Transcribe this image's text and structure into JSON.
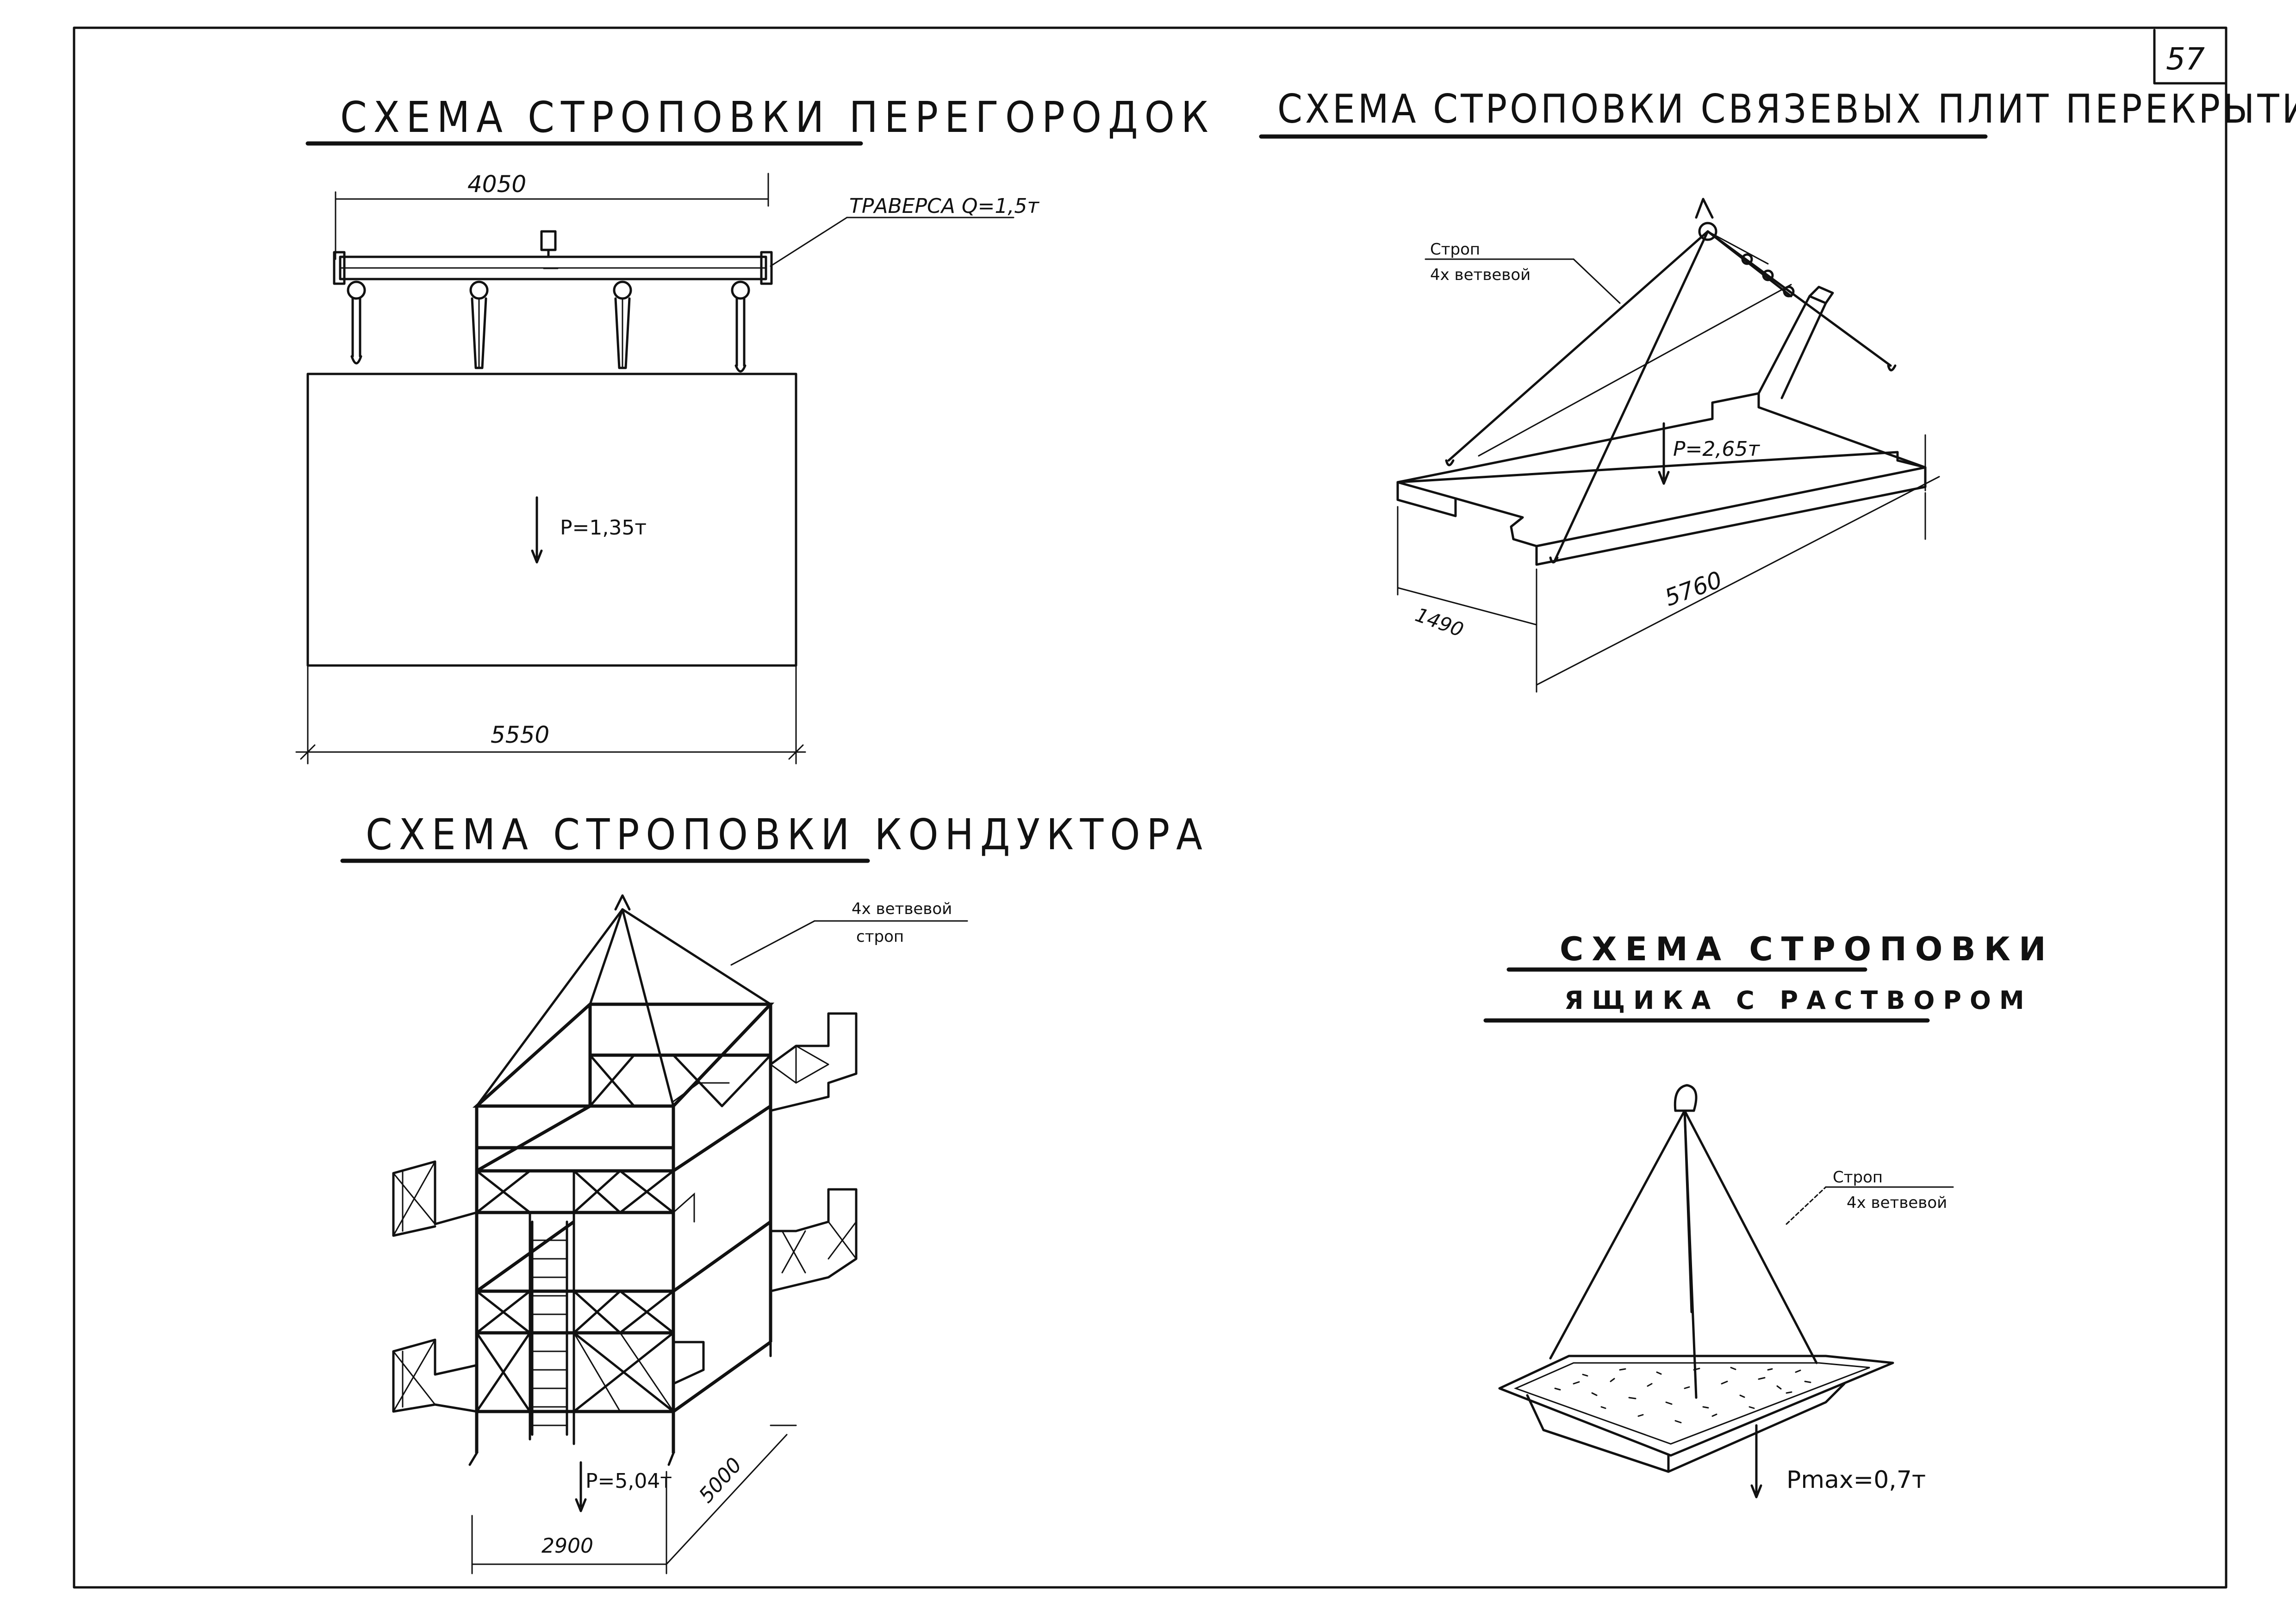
{
  "sheet": {
    "number": "57"
  },
  "partitions": {
    "title": "СХЕМА СТРОПОВКИ ПЕРЕГОРОДОК",
    "top_dimension": "4050",
    "bottom_dimension": "5550",
    "traverse_label": "ТРАВЕРСА Q=1,5т",
    "load_label": "Р=1,35т"
  },
  "slabs": {
    "title": "СХЕМА СТРОПОВКИ СВЯЗЕВЫХ ПЛИТ ПЕРЕКРЫТИЯ",
    "sling_label_line1": "Строп",
    "sling_label_line2": "4х ветвевой",
    "load_label": "Р=2,65т",
    "width_dimension": "1490",
    "length_dimension": "5760"
  },
  "conductor": {
    "title": "СХЕМА СТРОПОВКИ КОНДУКТОРА",
    "sling_label_line1": "4х ветвевой",
    "sling_label_line2": "строп",
    "load_label": "Р=5,04т",
    "width_dimension": "2900",
    "depth_dimension": "5000"
  },
  "box": {
    "title_line1": "СХЕМА СТРОПОВКИ",
    "title_line2": "ЯЩИКА С РАСТВОРОМ",
    "sling_label_line1": "Строп",
    "sling_label_line2": "4х ветвевой",
    "load_label": "Рmax=0,7т"
  }
}
